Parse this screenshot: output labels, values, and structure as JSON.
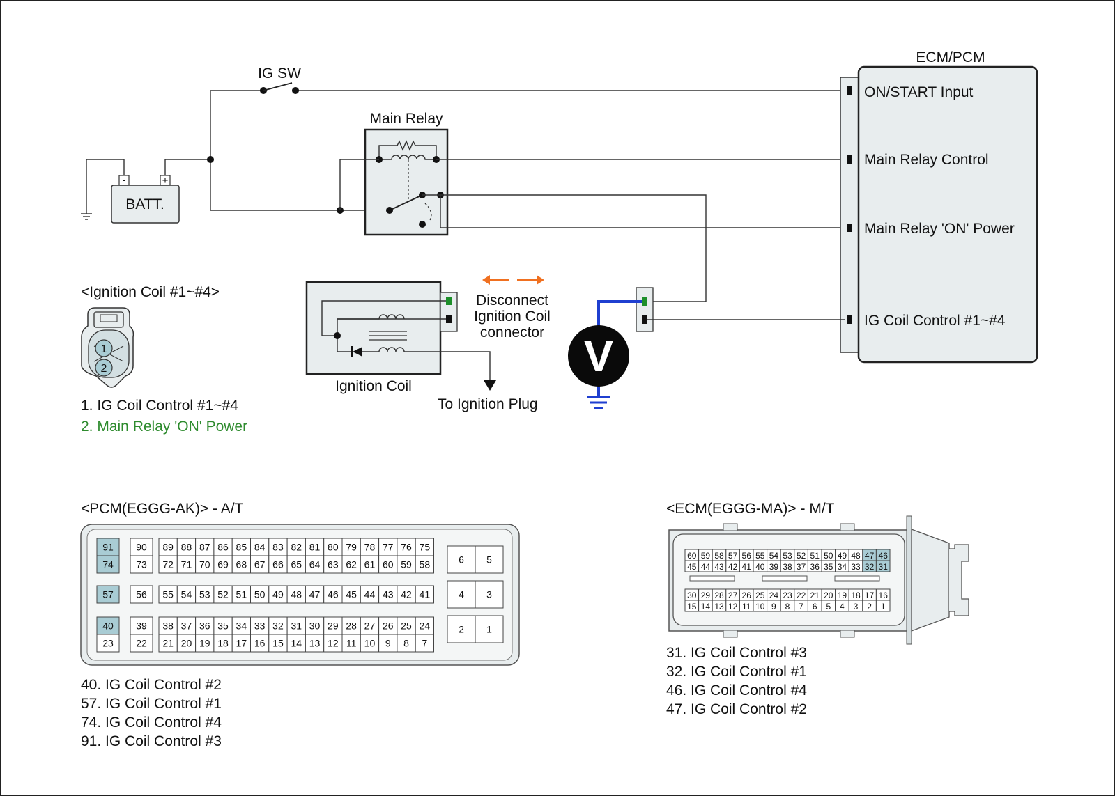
{
  "switch_label": "IG SW",
  "relay_label": "Main Relay",
  "battery_label": "BATT.",
  "battery_minus": "-",
  "battery_plus": "+",
  "ecm_title": "ECM/PCM",
  "ecm_pins": [
    "ON/START Input",
    "Main Relay Control",
    "Main Relay 'ON' Power",
    "IG Coil  Control #1~#4"
  ],
  "coil_connector_title": "<Ignition Coil #1~#4>",
  "coil_pin_numbers": [
    "1",
    "2"
  ],
  "coil_pin_legend": [
    "1. IG Coil  Control #1~#4",
    "2. Main Relay 'ON' Power"
  ],
  "ignition_coil_label": "Ignition Coil",
  "disconnect_note": [
    "Disconnect",
    "Ignition Coil",
    "connector"
  ],
  "to_plug_label": "To Ignition Plug",
  "voltmeter_symbol": "V",
  "pcm_title": "<PCM(EGGG-AK)> - A/T",
  "pcm_legend": [
    "40. IG Coil  Control #2",
    "57. IG Coil  Control #1",
    "74. IG Coil  Control #4",
    "91. IG Coil  Control #3"
  ],
  "ecm_conn_title": "<ECM(EGGG-MA)> - M/T",
  "ecm_conn_legend": [
    "31. IG Coil  Control #3",
    "32. IG Coil  Control #1",
    "46. IG Coil  Control #4",
    "47. IG Coil  Control #2"
  ],
  "colors": {
    "highlight_pin": "#a9ccd4",
    "green_note": "#2e8b2e",
    "probe_wire": "#1f3fd0",
    "arrow_orange": "#f07020",
    "green_pin": "#1d8f2a"
  },
  "pcm_pins": {
    "highlighted": [
      "91",
      "74",
      "57",
      "40"
    ],
    "g1_top": [
      "91"
    ],
    "g1_bot": [
      "74"
    ],
    "g2_top": [
      "90"
    ],
    "g2_bot": [
      "73"
    ],
    "g3_top": [
      "89",
      "88",
      "87",
      "86",
      "85",
      "84",
      "83",
      "82",
      "81",
      "80",
      "79",
      "78",
      "77",
      "76",
      "75"
    ],
    "g3_bot": [
      "72",
      "71",
      "70",
      "69",
      "68",
      "67",
      "66",
      "65",
      "64",
      "63",
      "62",
      "61",
      "60",
      "59",
      "58"
    ],
    "r2_a": [
      "57"
    ],
    "r2_b": [
      "56"
    ],
    "r2_c": [
      "55",
      "54",
      "53",
      "52",
      "51",
      "50",
      "49",
      "48",
      "47",
      "46",
      "45",
      "44",
      "43",
      "42",
      "41"
    ],
    "r3_a_top": [
      "40"
    ],
    "r3_a_bot": [
      "23"
    ],
    "r3_b_top": [
      "39"
    ],
    "r3_b_bot": [
      "22"
    ],
    "r3_c_top": [
      "38",
      "37",
      "36",
      "35",
      "34",
      "33",
      "32",
      "31",
      "30",
      "29",
      "28",
      "27",
      "26",
      "25",
      "24"
    ],
    "r3_c_bot": [
      "21",
      "20",
      "19",
      "18",
      "17",
      "16",
      "15",
      "14",
      "13",
      "12",
      "11",
      "10",
      "9",
      "8",
      "7"
    ],
    "big": [
      [
        "6",
        "5"
      ],
      [
        "4",
        "3"
      ],
      [
        "2",
        "1"
      ]
    ]
  },
  "ecm_conn_pins": {
    "highlighted": [
      "47",
      "46",
      "32",
      "31"
    ],
    "row1": [
      "60",
      "59",
      "58",
      "57",
      "56",
      "55",
      "54",
      "53",
      "52",
      "51",
      "50",
      "49",
      "48",
      "47",
      "46"
    ],
    "row2": [
      "45",
      "44",
      "43",
      "42",
      "41",
      "40",
      "39",
      "38",
      "37",
      "36",
      "35",
      "34",
      "33",
      "32",
      "31"
    ],
    "row3": [
      "30",
      "29",
      "28",
      "27",
      "26",
      "25",
      "24",
      "23",
      "22",
      "21",
      "20",
      "19",
      "18",
      "17",
      "16"
    ],
    "row4": [
      "15",
      "14",
      "13",
      "12",
      "11",
      "10",
      "9",
      "8",
      "7",
      "6",
      "5",
      "4",
      "3",
      "2",
      "1"
    ]
  }
}
